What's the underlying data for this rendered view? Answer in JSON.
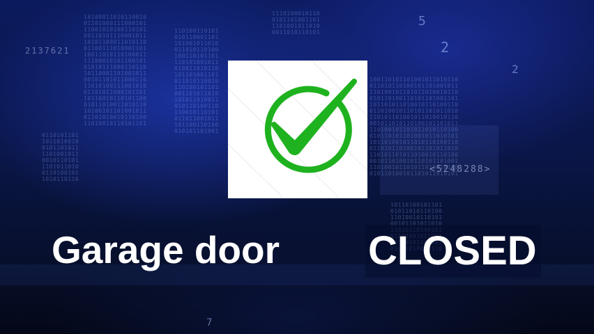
{
  "caption": {
    "part1": "Garage door",
    "part2": "CLOSED"
  },
  "icon": {
    "name": "checkmark-icon",
    "color": "#1fb21f",
    "card_color": "#ffffff"
  },
  "background": {
    "hex_label": "<5248288>",
    "corner_label": "2137621",
    "digits": [
      "5",
      "2",
      "2",
      "7"
    ]
  },
  "colors": {
    "background_top": "#0b1a5c",
    "background_bottom": "#040818",
    "text": "#ffffff"
  }
}
